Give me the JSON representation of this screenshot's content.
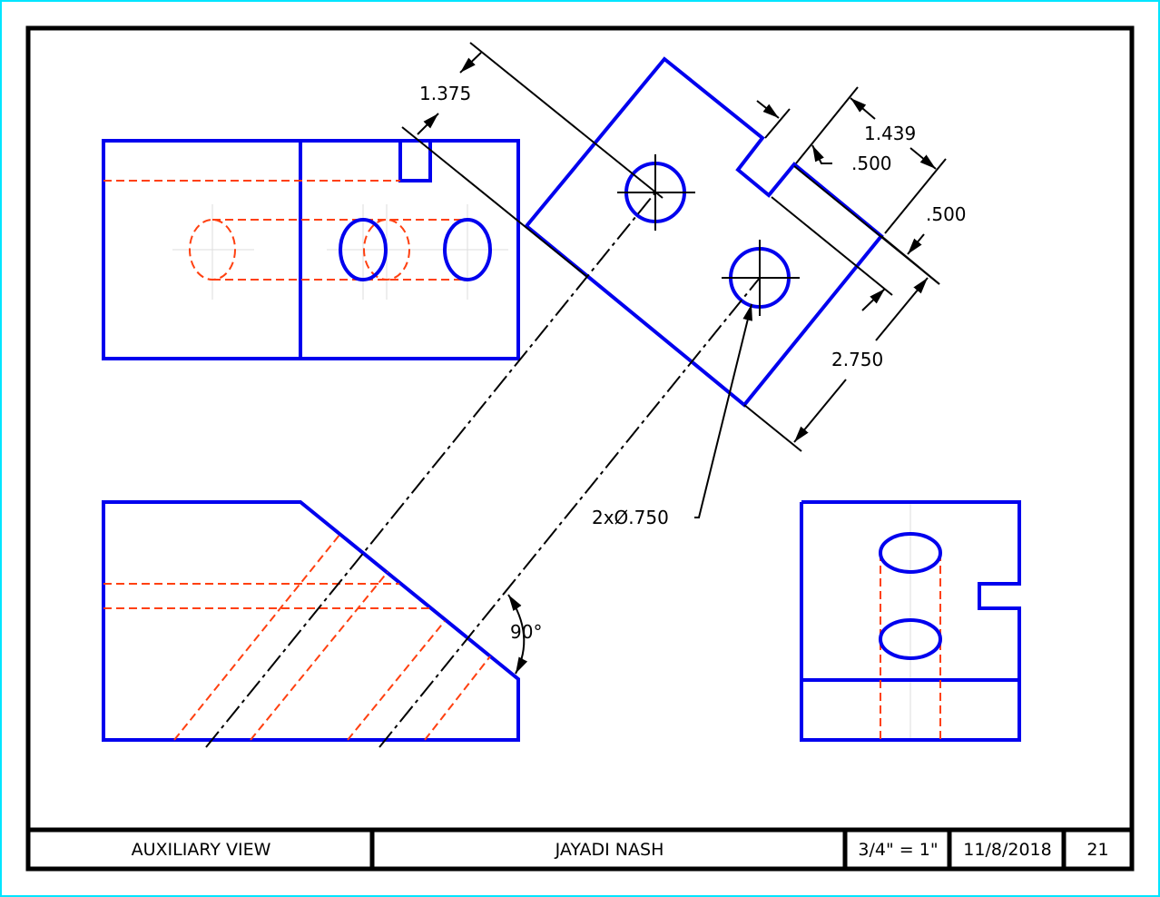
{
  "title_block": {
    "title": "AUXILIARY VIEW",
    "author": "JAYADI NASH",
    "scale": "3/4\" = 1\"",
    "date": "11/8/2018",
    "sheet": "21"
  },
  "dimensions": {
    "d1": "1.375",
    "d2": "1.439",
    "d3": ".500",
    "d4": ".500",
    "d5": "2.750",
    "hole_callout": "2xØ.750",
    "angle": "90°"
  },
  "colors": {
    "visible": "#0000ee",
    "hidden": "#ff4010",
    "frame": "#000000",
    "border": "#00e5ff"
  }
}
